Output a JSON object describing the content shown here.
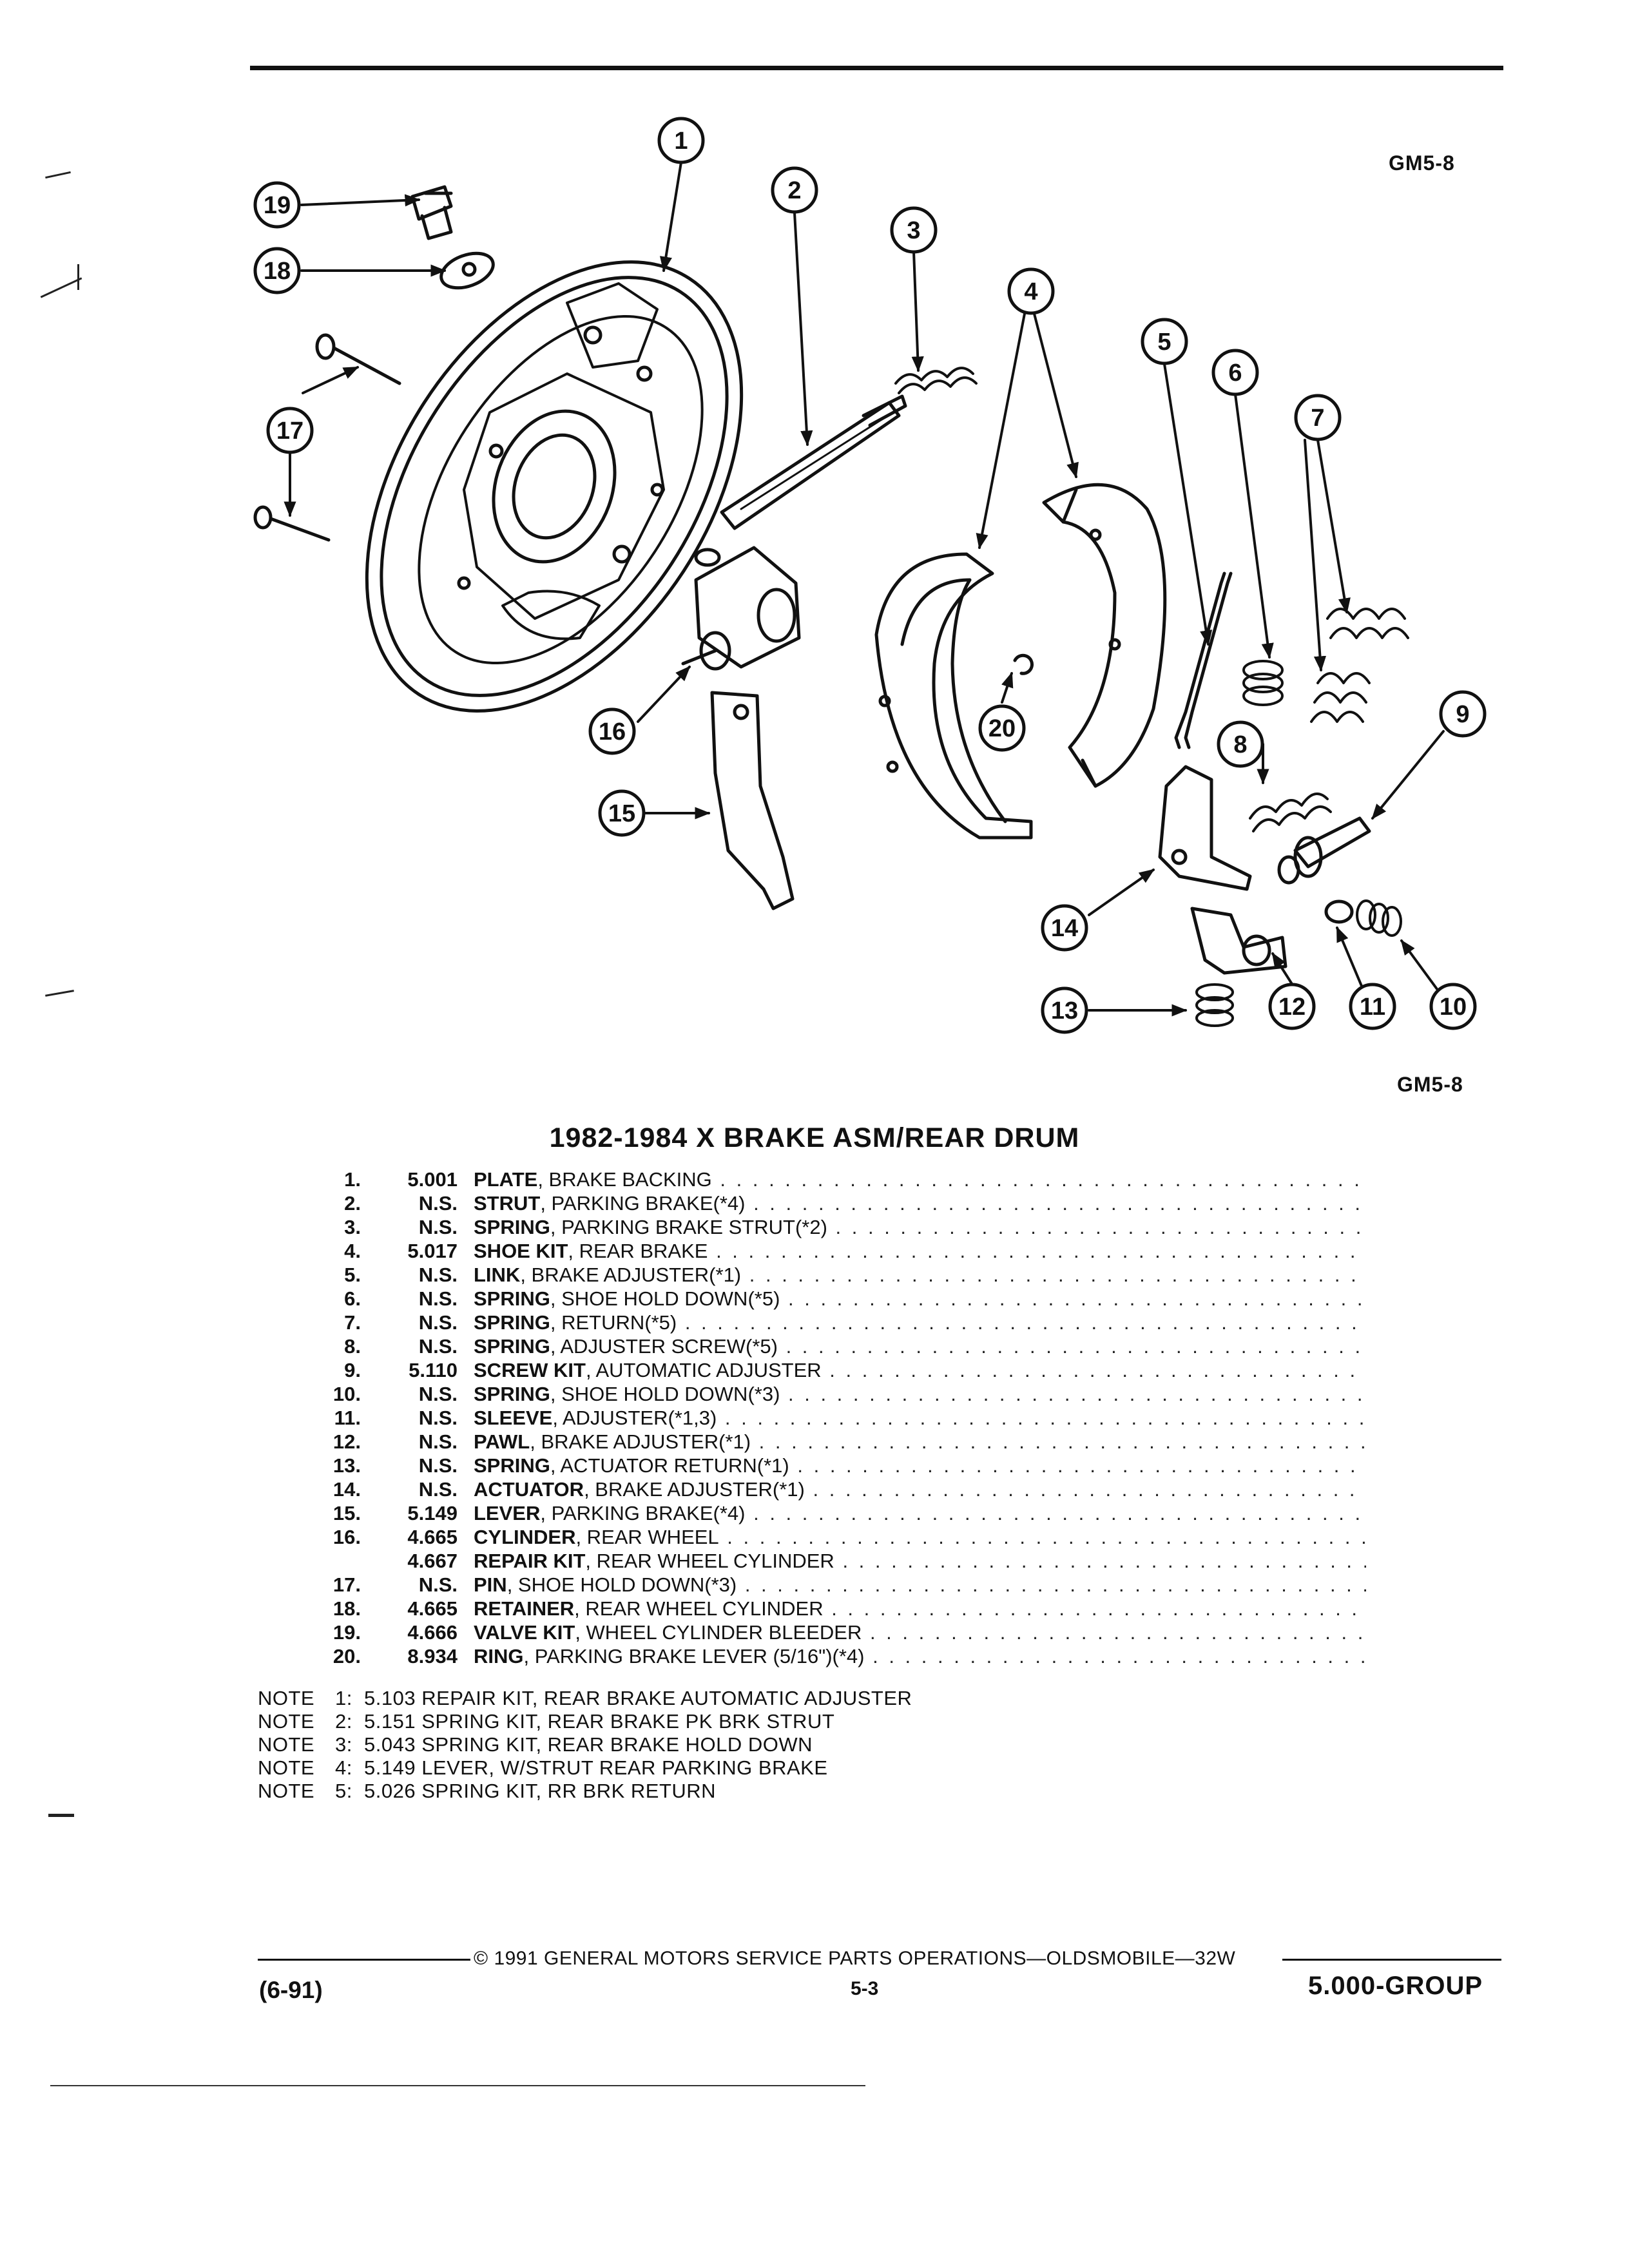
{
  "figure": {
    "code_top": "GM5-8",
    "code_bottom": "GM5-8",
    "callouts": [
      "1",
      "2",
      "3",
      "4",
      "5",
      "6",
      "7",
      "8",
      "9",
      "10",
      "11",
      "12",
      "13",
      "14",
      "15",
      "16",
      "17",
      "18",
      "19",
      "20"
    ]
  },
  "title": "1982-1984 X BRAKE ASM/REAR DRUM",
  "parts": [
    {
      "num": "1.",
      "code": "5.001",
      "name": "PLATE",
      "detail": ", BRAKE BACKING"
    },
    {
      "num": "2.",
      "code": "N.S.",
      "name": "STRUT",
      "detail": ", PARKING BRAKE(*4)"
    },
    {
      "num": "3.",
      "code": "N.S.",
      "name": "SPRING",
      "detail": ", PARKING BRAKE STRUT(*2)"
    },
    {
      "num": "4.",
      "code": "5.017",
      "name": "SHOE KIT",
      "detail": ", REAR BRAKE"
    },
    {
      "num": "5.",
      "code": "N.S.",
      "name": "LINK",
      "detail": ", BRAKE ADJUSTER(*1)"
    },
    {
      "num": "6.",
      "code": "N.S.",
      "name": "SPRING",
      "detail": ", SHOE HOLD DOWN(*5)"
    },
    {
      "num": "7.",
      "code": "N.S.",
      "name": "SPRING",
      "detail": ", RETURN(*5)"
    },
    {
      "num": "8.",
      "code": "N.S.",
      "name": "SPRING",
      "detail": ", ADJUSTER SCREW(*5)"
    },
    {
      "num": "9.",
      "code": "5.110",
      "name": "SCREW KIT",
      "detail": ", AUTOMATIC ADJUSTER"
    },
    {
      "num": "10.",
      "code": "N.S.",
      "name": "SPRING",
      "detail": ", SHOE HOLD DOWN(*3)"
    },
    {
      "num": "11.",
      "code": "N.S.",
      "name": "SLEEVE",
      "detail": ", ADJUSTER(*1,3)"
    },
    {
      "num": "12.",
      "code": "N.S.",
      "name": "PAWL",
      "detail": ", BRAKE ADJUSTER(*1)"
    },
    {
      "num": "13.",
      "code": "N.S.",
      "name": "SPRING",
      "detail": ", ACTUATOR RETURN(*1)"
    },
    {
      "num": "14.",
      "code": "N.S.",
      "name": "ACTUATOR",
      "detail": ", BRAKE ADJUSTER(*1)"
    },
    {
      "num": "15.",
      "code": "5.149",
      "name": "LEVER",
      "detail": ", PARKING BRAKE(*4)"
    },
    {
      "num": "16.",
      "code": "4.665",
      "name": "CYLINDER",
      "detail": ", REAR WHEEL"
    },
    {
      "num": "",
      "code": "4.667",
      "name": "REPAIR KIT",
      "detail": ", REAR WHEEL CYLINDER"
    },
    {
      "num": "17.",
      "code": "N.S.",
      "name": "PIN",
      "detail": ", SHOE HOLD DOWN(*3)"
    },
    {
      "num": "18.",
      "code": "4.665",
      "name": "RETAINER",
      "detail": ", REAR WHEEL CYLINDER"
    },
    {
      "num": "19.",
      "code": "4.666",
      "name": "VALVE KIT",
      "detail": ", WHEEL CYLINDER BLEEDER"
    },
    {
      "num": "20.",
      "code": "8.934",
      "name": "RING",
      "detail": ", PARKING BRAKE LEVER (5/16\")(*4)"
    }
  ],
  "notes": [
    {
      "label": "NOTE",
      "idx": "1:",
      "text": "5.103 REPAIR KIT, REAR BRAKE AUTOMATIC ADJUSTER"
    },
    {
      "label": "NOTE",
      "idx": "2:",
      "text": "5.151 SPRING KIT, REAR BRAKE PK BRK STRUT"
    },
    {
      "label": "NOTE",
      "idx": "3:",
      "text": "5.043 SPRING KIT, REAR BRAKE HOLD DOWN"
    },
    {
      "label": "NOTE",
      "idx": "4:",
      "text": "5.149 LEVER, W/STRUT REAR PARKING BRAKE"
    },
    {
      "label": "NOTE",
      "idx": "5:",
      "text": "5.026 SPRING KIT, RR BRK RETURN"
    }
  ],
  "footer": {
    "copyright": "© 1991 GENERAL MOTORS SERVICE PARTS OPERATIONS—OLDSMOBILE—32W",
    "edition": "(6-91)",
    "page": "5-3",
    "group": "5.000-GROUP"
  }
}
